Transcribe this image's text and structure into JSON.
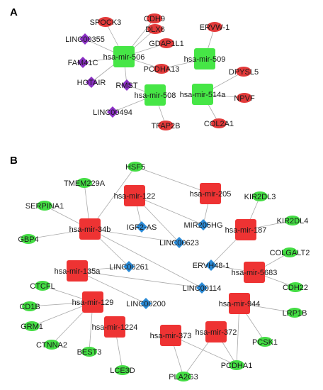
{
  "panels": [
    {
      "label": "A",
      "nodes": [
        {
          "id": "hsa-mir-506",
          "type": "mirna"
        },
        {
          "id": "hsa-mir-509",
          "type": "mirna"
        },
        {
          "id": "hsa-mir-508",
          "type": "mirna"
        },
        {
          "id": "hsa-mir-514a",
          "type": "mirna"
        },
        {
          "id": "SPOCK3",
          "type": "mrna"
        },
        {
          "id": "CDH9",
          "type": "mrna"
        },
        {
          "id": "DLX6",
          "type": "mrna"
        },
        {
          "id": "GDAP1L1",
          "type": "mrna"
        },
        {
          "id": "PCDHA13",
          "type": "mrna"
        },
        {
          "id": "ERVW-1",
          "type": "mrna"
        },
        {
          "id": "DPYSL5",
          "type": "mrna"
        },
        {
          "id": "NPVF",
          "type": "mrna"
        },
        {
          "id": "COL2A1",
          "type": "mrna"
        },
        {
          "id": "TFAP2B",
          "type": "mrna"
        },
        {
          "id": "LINC00355",
          "type": "lncrna"
        },
        {
          "id": "FAM41C",
          "type": "lncrna"
        },
        {
          "id": "HOTAIR",
          "type": "lncrna"
        },
        {
          "id": "RMST",
          "type": "lncrna"
        },
        {
          "id": "LINC00494",
          "type": "lncrna"
        }
      ]
    },
    {
      "label": "B",
      "nodes": [
        {
          "id": "hsa-mir-34b",
          "type": "mirna"
        },
        {
          "id": "hsa-mir-122",
          "type": "mirna"
        },
        {
          "id": "hsa-mir-205",
          "type": "mirna"
        },
        {
          "id": "hsa-mir-187",
          "type": "mirna"
        },
        {
          "id": "hsa-mir-135a",
          "type": "mirna"
        },
        {
          "id": "hsa-mir-129",
          "type": "mirna"
        },
        {
          "id": "hsa-mir-5683",
          "type": "mirna"
        },
        {
          "id": "hsa-mir-944",
          "type": "mirna"
        },
        {
          "id": "hsa-mir-1224",
          "type": "mirna"
        },
        {
          "id": "hsa-mir-373",
          "type": "mirna"
        },
        {
          "id": "hsa-mir-372",
          "type": "mirna"
        },
        {
          "id": "HSF5",
          "type": "mrna"
        },
        {
          "id": "TMEM229A",
          "type": "mrna"
        },
        {
          "id": "SERPINA1",
          "type": "mrna"
        },
        {
          "id": "GBP4",
          "type": "mrna"
        },
        {
          "id": "KIR2DL3",
          "type": "mrna"
        },
        {
          "id": "KIR2DL4",
          "type": "mrna"
        },
        {
          "id": "COLGALT2",
          "type": "mrna"
        },
        {
          "id": "CDH22",
          "type": "mrna"
        },
        {
          "id": "LRP1B",
          "type": "mrna"
        },
        {
          "id": "PCSK1",
          "type": "mrna"
        },
        {
          "id": "CTCFL",
          "type": "mrna"
        },
        {
          "id": "CD1B",
          "type": "mrna"
        },
        {
          "id": "GRM1",
          "type": "mrna"
        },
        {
          "id": "CTNNA2",
          "type": "mrna"
        },
        {
          "id": "BEST3",
          "type": "mrna"
        },
        {
          "id": "LCE3D",
          "type": "mrna"
        },
        {
          "id": "PLA2G3",
          "type": "mrna"
        },
        {
          "id": "PCDHA1",
          "type": "mrna"
        },
        {
          "id": "IGF2-AS",
          "type": "lncrna"
        },
        {
          "id": "MIR205HG",
          "type": "lncrna"
        },
        {
          "id": "LINC00623",
          "type": "lncrna"
        },
        {
          "id": "ERVH48-1",
          "type": "lncrna"
        },
        {
          "id": "LINC00261",
          "type": "lncrna"
        },
        {
          "id": "LINC00114",
          "type": "lncrna"
        },
        {
          "id": "LINC00200",
          "type": "lncrna"
        }
      ]
    }
  ],
  "edges": [
    [
      "hsa-mir-506",
      "SPOCK3"
    ],
    [
      "hsa-mir-506",
      "CDH9"
    ],
    [
      "hsa-mir-506",
      "DLX6"
    ],
    [
      "hsa-mir-506",
      "GDAP1L1"
    ],
    [
      "hsa-mir-506",
      "PCDHA13"
    ],
    [
      "hsa-mir-506",
      "LINC00355"
    ],
    [
      "hsa-mir-506",
      "FAM41C"
    ],
    [
      "hsa-mir-506",
      "HOTAIR"
    ],
    [
      "hsa-mir-506",
      "RMST"
    ],
    [
      "hsa-mir-509",
      "ERVW-1"
    ],
    [
      "hsa-mir-509",
      "PCDHA13"
    ],
    [
      "hsa-mir-508",
      "RMST"
    ],
    [
      "hsa-mir-508",
      "LINC00494"
    ],
    [
      "hsa-mir-508",
      "TFAP2B"
    ],
    [
      "hsa-mir-514a",
      "DPYSL5"
    ],
    [
      "hsa-mir-514a",
      "NPVF"
    ],
    [
      "hsa-mir-514a",
      "COL2A1"
    ],
    [
      "hsa-mir-34b",
      "HSF5"
    ],
    [
      "hsa-mir-34b",
      "TMEM229A"
    ],
    [
      "hsa-mir-34b",
      "SERPINA1"
    ],
    [
      "hsa-mir-34b",
      "GBP4"
    ],
    [
      "hsa-mir-34b",
      "LINC00623"
    ],
    [
      "hsa-mir-34b",
      "LINC00261"
    ],
    [
      "hsa-mir-34b",
      "LINC00114"
    ],
    [
      "hsa-mir-122",
      "IGF2-AS"
    ],
    [
      "hsa-mir-122",
      "MIR205HG"
    ],
    [
      "hsa-mir-122",
      "LINC00623"
    ],
    [
      "hsa-mir-205",
      "MIR205HG"
    ],
    [
      "hsa-mir-205",
      "HSF5"
    ],
    [
      "hsa-mir-187",
      "KIR2DL3"
    ],
    [
      "hsa-mir-187",
      "KIR2DL4"
    ],
    [
      "hsa-mir-187",
      "ERVH48-1"
    ],
    [
      "hsa-mir-135a",
      "LINC00261"
    ],
    [
      "hsa-mir-135a",
      "LINC00200"
    ],
    [
      "hsa-mir-135a",
      "LINC00114"
    ],
    [
      "hsa-mir-129",
      "CTCFL"
    ],
    [
      "hsa-mir-129",
      "CD1B"
    ],
    [
      "hsa-mir-129",
      "GRM1"
    ],
    [
      "hsa-mir-129",
      "CTNNA2"
    ],
    [
      "hsa-mir-129",
      "BEST3"
    ],
    [
      "hsa-mir-5683",
      "COLGALT2"
    ],
    [
      "hsa-mir-5683",
      "CDH22"
    ],
    [
      "hsa-mir-5683",
      "ERVH48-1"
    ],
    [
      "hsa-mir-944",
      "LRP1B"
    ],
    [
      "hsa-mir-944",
      "PCSK1"
    ],
    [
      "hsa-mir-944",
      "PCDHA1"
    ],
    [
      "hsa-mir-1224",
      "LCE3D"
    ],
    [
      "hsa-mir-373",
      "PLA2G3"
    ],
    [
      "hsa-mir-373",
      "PCDHA1"
    ],
    [
      "hsa-mir-372",
      "PLA2G3"
    ],
    [
      "hsa-mir-372",
      "PCDHA1"
    ]
  ],
  "colors": {
    "panel_a_mirna": "#46e646",
    "panel_b_mirna": "#ee3333",
    "panel_a_mrna": "#e23a3a",
    "panel_b_mrna": "#44dd44",
    "panel_a_lncrna": "#8a2fc4",
    "panel_b_lncrna": "#2a8ad6",
    "edge": "#a9a9a9"
  }
}
